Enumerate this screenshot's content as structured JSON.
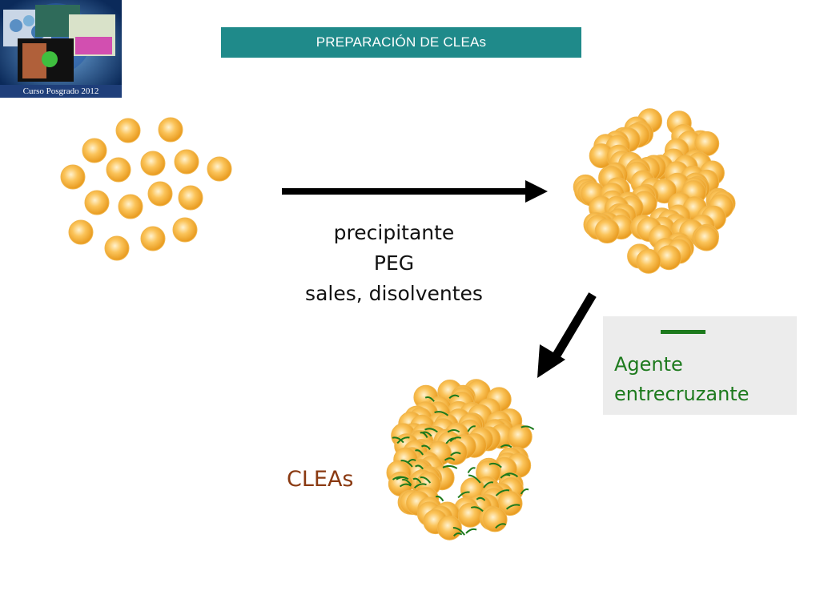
{
  "logo": {
    "caption": "Curso Posgrado 2012"
  },
  "header": {
    "title": "PREPARACIÓN DE CLEAs"
  },
  "precipitation": {
    "lines": [
      "precipitante",
      "PEG",
      "sales, disolventes"
    ]
  },
  "crosslinker": {
    "lines": [
      "Agente",
      "entrecruzante"
    ],
    "color": "#1d7a1d"
  },
  "product": {
    "label": "CLEAs"
  },
  "colors": {
    "title_bar": "#1f8a8a",
    "sphere": "#f5a623",
    "arrow": "#000000",
    "cleas_label": "#8a3a12"
  }
}
